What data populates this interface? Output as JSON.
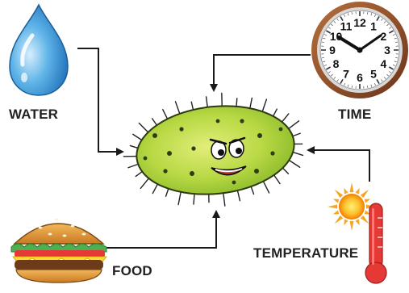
{
  "labels": {
    "water": "WATER",
    "time": "TIME",
    "temperature": "TEMPERATURE",
    "food": "FOOD"
  },
  "clock_numbers": [
    "12",
    "1",
    "2",
    "3",
    "4",
    "5",
    "6",
    "7",
    "8",
    "9",
    "10",
    "11"
  ],
  "colors": {
    "bacterium_body": "#a9cf3a",
    "bacterium_light": "#d9ea6e",
    "bacterium_spot": "#3a4a1c",
    "water": "#4aa3df",
    "clock_frame": "#8a4a26",
    "sun": "#f5a623",
    "thermometer": "#e02424",
    "arrow": "#1a1a1a"
  },
  "icons": [
    "water-drop-icon",
    "clock-icon",
    "bacterium-icon",
    "burger-icon",
    "sun-icon",
    "thermometer-icon"
  ]
}
